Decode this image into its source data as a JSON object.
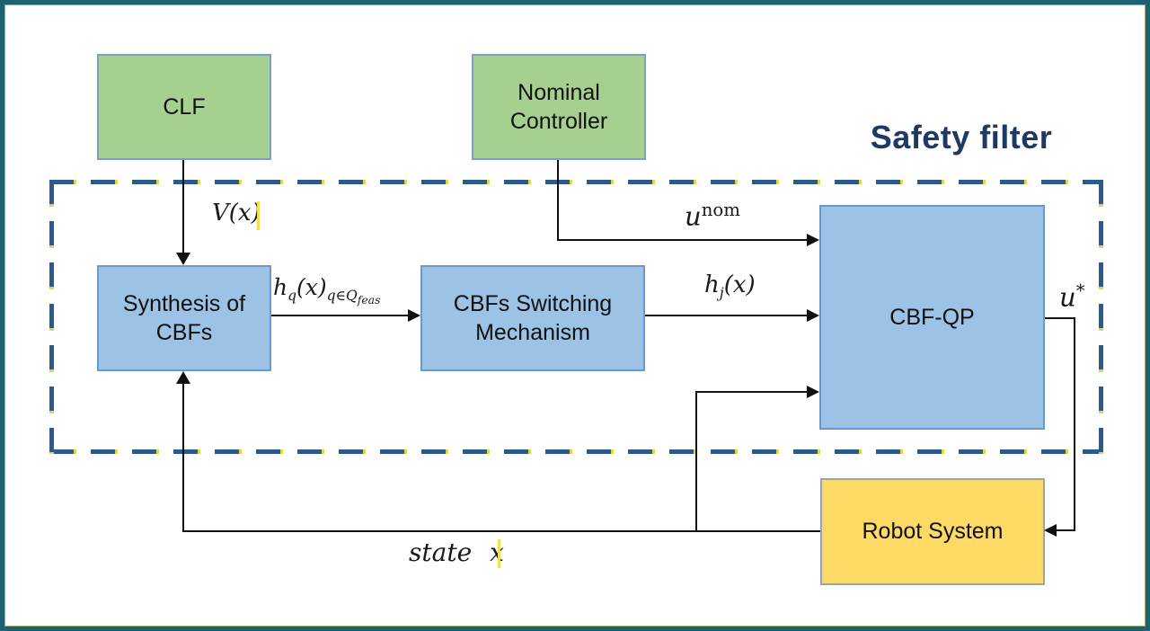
{
  "title": {
    "text": "Safety filter",
    "color": "#1f3864"
  },
  "boxes": {
    "clf": {
      "label": "CLF",
      "fill": "#a6d08f",
      "border": "#7d9ec9"
    },
    "nominal_controller": {
      "label": "Nominal Controller",
      "fill": "#a6d08f",
      "border": "#7d9ec9"
    },
    "synthesis_of_cbfs": {
      "label": "Synthesis of CBFs",
      "fill": "#9cc2e5",
      "border": "#6d98c9"
    },
    "cbfs_switching_mechanism": {
      "label": "CBFs Switching Mechanism",
      "fill": "#9cc2e5",
      "border": "#6d98c9"
    },
    "cbf_qp": {
      "label": "CBF-QP",
      "fill": "#9cc2e5",
      "border": "#6d98c9"
    },
    "robot_system": {
      "label": "Robot System",
      "fill": "#fdd965",
      "border": "#98a4b8"
    }
  },
  "signals": {
    "v_of_x": {
      "text": "V(x)"
    },
    "u_nom": {
      "base": "u",
      "sup": "nom"
    },
    "h_q": {
      "base": "h",
      "sub": "q",
      "mid": "(x)",
      "sub2": "q∈Q",
      "sub3": "feas"
    },
    "h_j": {
      "base": "h",
      "sub": "j",
      "mid": "(x)"
    },
    "u_star": {
      "base": "u",
      "sup": "*"
    },
    "state": {
      "word1": "state",
      "word2": "x"
    }
  },
  "styles": {
    "dashed_region_color": "#2d5a8c",
    "dashed_region_accent": "#e8d24a",
    "frame_border_color": "#1d6271",
    "frame_inner_line_color": "#a9ae6c",
    "connector_color": "#111111",
    "caret_color": "#f2df4f"
  }
}
